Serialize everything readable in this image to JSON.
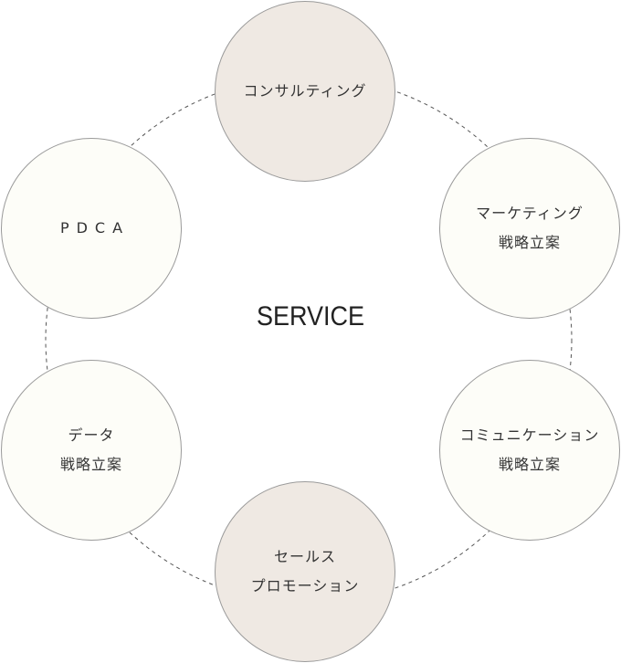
{
  "center_title": "SERVICE",
  "colors": {
    "warm_fill": "#efe9e3",
    "cool_fill": "#fdfdf8",
    "outline": "#9a9a9a",
    "dash": "#555555"
  },
  "nodes": [
    {
      "id": "consulting",
      "lines": [
        "コンサルティング"
      ],
      "fill": "warm"
    },
    {
      "id": "marketing",
      "lines": [
        "マーケティング",
        "戦略立案"
      ],
      "fill": "cool"
    },
    {
      "id": "communication",
      "lines": [
        "コミュニケーション",
        "戦略立案"
      ],
      "fill": "cool"
    },
    {
      "id": "sales-promotion",
      "lines": [
        "セールス",
        "プロモーション"
      ],
      "fill": "warm"
    },
    {
      "id": "data",
      "lines": [
        "データ",
        "戦略立案"
      ],
      "fill": "cool"
    },
    {
      "id": "pdca",
      "lines": [
        "PDCA"
      ],
      "fill": "cool"
    }
  ]
}
